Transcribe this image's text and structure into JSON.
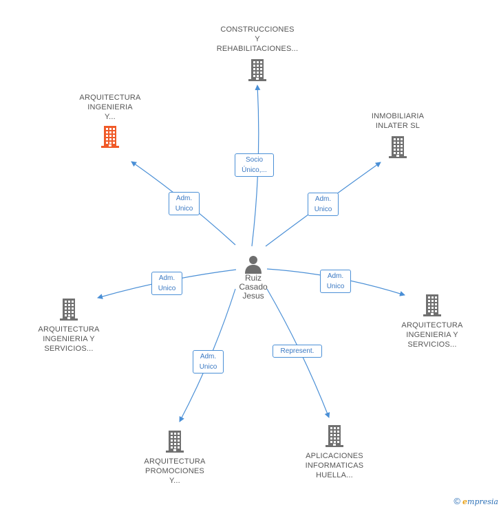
{
  "center": {
    "lines": [
      "Ruiz",
      "Casado",
      "Jesus"
    ],
    "icon": "person-icon"
  },
  "companies": [
    {
      "key": "construcciones",
      "lines": [
        "CONSTRUCCIONES",
        "Y",
        "REHABILITACIONES..."
      ],
      "icon": "building-icon",
      "color": "#707070"
    },
    {
      "key": "arquitectura-top",
      "lines": [
        "ARQUITECTURA",
        "INGENIERIA",
        "Y..."
      ],
      "icon": "building-icon",
      "color": "#f05a28"
    },
    {
      "key": "inmobiliaria",
      "lines": [
        "INMOBILIARIA",
        "INLATER SL"
      ],
      "icon": "building-icon",
      "color": "#707070"
    },
    {
      "key": "arquitectura-left",
      "lines": [
        "ARQUITECTURA",
        "INGENIERIA Y",
        "SERVICIOS..."
      ],
      "icon": "building-icon",
      "color": "#707070"
    },
    {
      "key": "arquitectura-right",
      "lines": [
        "ARQUITECTURA",
        "INGENIERIA Y",
        "SERVICIOS..."
      ],
      "icon": "building-icon",
      "color": "#707070"
    },
    {
      "key": "arquitectura-bottom",
      "lines": [
        "ARQUITECTURA",
        "PROMOCIONES",
        "Y..."
      ],
      "icon": "building-icon",
      "color": "#707070"
    },
    {
      "key": "aplicaciones",
      "lines": [
        "APLICACIONES",
        "INFORMATICAS",
        "HUELLA..."
      ],
      "icon": "building-icon",
      "color": "#707070"
    }
  ],
  "relations": [
    {
      "to": "construcciones",
      "lines": [
        "Socio",
        "Único,..."
      ]
    },
    {
      "to": "arquitectura-top",
      "lines": [
        "Adm.",
        "Unico"
      ]
    },
    {
      "to": "inmobiliaria",
      "lines": [
        "Adm.",
        "Unico"
      ]
    },
    {
      "to": "arquitectura-left",
      "lines": [
        "Adm.",
        "Unico"
      ]
    },
    {
      "to": "arquitectura-right",
      "lines": [
        "Adm.",
        "Unico"
      ]
    },
    {
      "to": "arquitectura-bottom",
      "lines": [
        "Adm.",
        "Unico"
      ]
    },
    {
      "to": "aplicaciones",
      "lines": [
        "Represent."
      ]
    }
  ],
  "colors": {
    "edge": "#4a8fd6",
    "label_border": "#4a8fd6",
    "label_text": "#3a78c2",
    "node_text": "#555555"
  },
  "footer": {
    "copyright": "©",
    "brand_initial": "e",
    "brand_rest": "mpresia"
  }
}
